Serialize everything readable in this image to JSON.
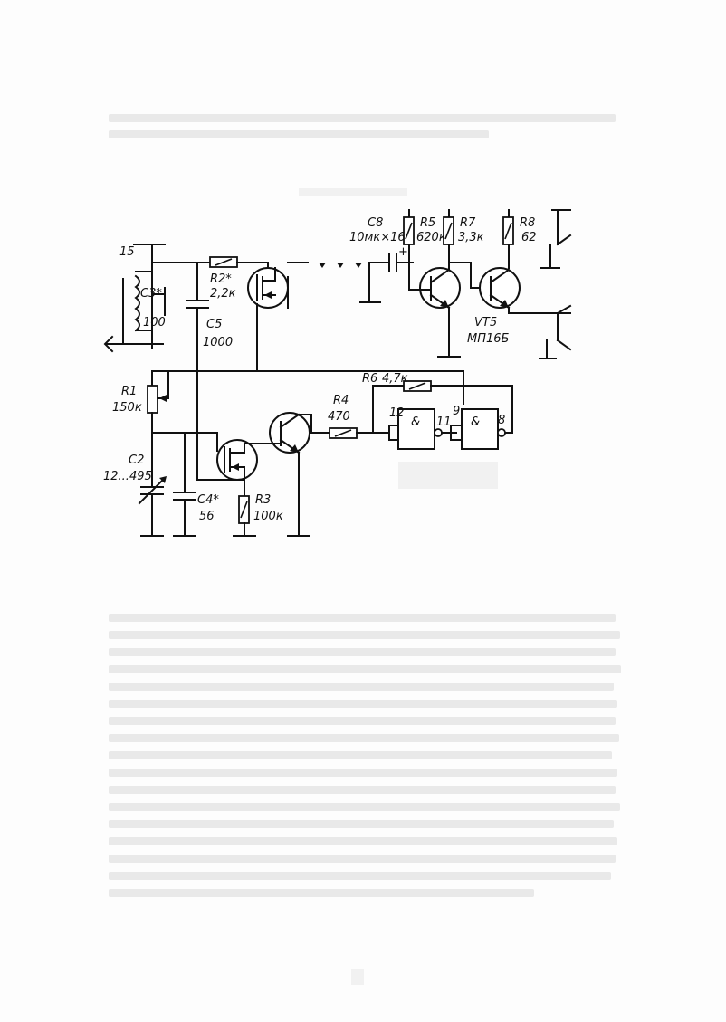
{
  "diagram": {
    "power": "15",
    "components": {
      "c3": "C3*",
      "c3_value": "100",
      "r2": "R2*",
      "r2_value": "2,2к",
      "c5": "C5",
      "c5_value": "1000",
      "c8": "C8",
      "c8_value": "10мк×16В",
      "r5": "R5",
      "r5_value": "620к",
      "r7": "R7",
      "r7_value": "3,3к",
      "r8": "R8",
      "r8_value": "62",
      "vt5": "VT5",
      "vt5_value": "МП16Б",
      "r1": "R1",
      "r1_value": "150к",
      "r6": "R6",
      "r6_value": "4,7к",
      "r4": "R4",
      "r4_value": "470",
      "c2": "C2",
      "c2_value": "12...495",
      "c4": "C4*",
      "c4_value": "56",
      "r3": "R3",
      "r3_value": "100к"
    },
    "gates": {
      "gate_symbol": "&",
      "pin_12": "12",
      "pin_11": "11",
      "pin_9": "9",
      "pin_8": "8"
    },
    "polarity": "+"
  }
}
